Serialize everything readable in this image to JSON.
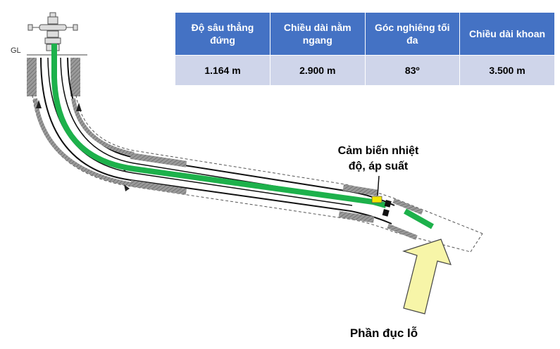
{
  "table": {
    "headers": [
      "Độ sâu thẳng đứng",
      "Chiều dài nằm ngang",
      "Góc nghiêng tối đa",
      "Chiều dài khoan"
    ],
    "values": [
      "1.164 m",
      "2.900 m",
      "83º",
      "3.500 m"
    ]
  },
  "labels": {
    "ground_level": "GL",
    "sensor": "Cảm biến nhiệt\nđộ, áp suất",
    "perforation": "Phần đục lỗ"
  },
  "colors": {
    "tubing": "#1db14b",
    "casing": "#000000",
    "cement": "#8c8c8c",
    "sensor": "#f2e600",
    "arrow_fill": "#f7f5a8",
    "table_header": "#4472c4",
    "table_cell": "#cfd5ea"
  }
}
